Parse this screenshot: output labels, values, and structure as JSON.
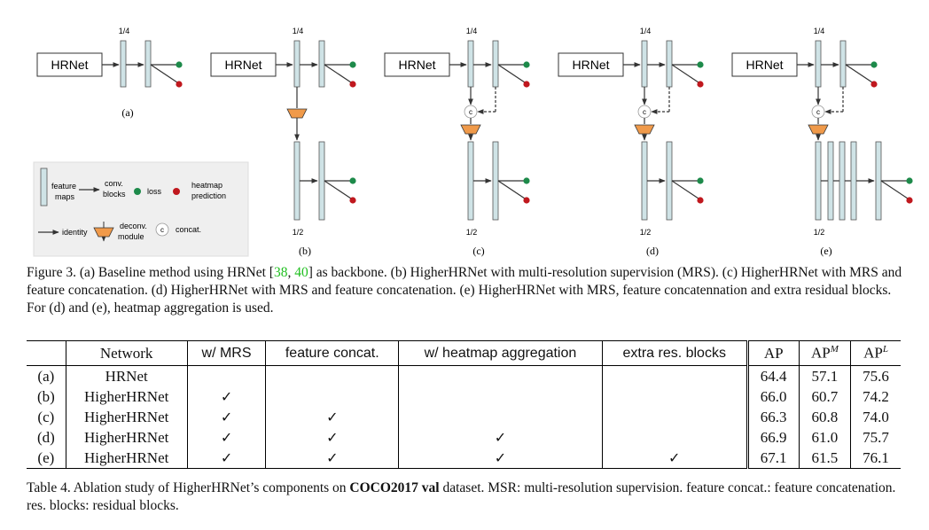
{
  "figure": {
    "backbone_label": "HRNet",
    "res_top": "1/4",
    "res_bottom": "1/2",
    "concat_symbol": "c",
    "panels": [
      "(a)",
      "(b)",
      "(c)",
      "(d)",
      "(e)"
    ],
    "legend": {
      "feature_maps": [
        "feature",
        "maps"
      ],
      "conv_blocks": [
        "conv.",
        "blocks"
      ],
      "loss": "loss",
      "heatmap_prediction": [
        "heatmap",
        "prediction"
      ],
      "identity": "identity",
      "deconv_module": [
        "deconv.",
        "module"
      ],
      "concat": "concat."
    },
    "colors": {
      "feature_fill": "#cfe3e6",
      "loss": "#1d8a4a",
      "heatmap": "#c0181e",
      "deconv": "#f09a4a",
      "legend_bg": "#efefef"
    }
  },
  "figure_caption": {
    "pre": "Figure 3. (a) Baseline method using HRNet [",
    "ref1": "38",
    "sep": ", ",
    "ref2": "40",
    "post": "] as backbone. (b) HigherHRNet with multi-resolution supervision (MRS). (c) HigherHRNet with MRS and feature concatenation. (d) HigherHRNet with MRS and feature concatenation. (e) HigherHRNet with MRS, feature concatennation and extra residual blocks. For (d) and (e), heatmap aggregation is used."
  },
  "table": {
    "headers": [
      "",
      "Network",
      "w/ MRS",
      "feature concat.",
      "w/ heatmap aggregation",
      "extra res. blocks",
      "AP",
      "AP",
      "AP"
    ],
    "header_sups": [
      "M",
      "L"
    ],
    "rows": [
      [
        "(a)",
        "HRNet",
        "",
        "",
        "",
        "",
        "64.4",
        "57.1",
        "75.6"
      ],
      [
        "(b)",
        "HigherHRNet",
        "✓",
        "",
        "",
        "",
        "66.0",
        "60.7",
        "74.2"
      ],
      [
        "(c)",
        "HigherHRNet",
        "✓",
        "✓",
        "",
        "",
        "66.3",
        "60.8",
        "74.0"
      ],
      [
        "(d)",
        "HigherHRNet",
        "✓",
        "✓",
        "✓",
        "",
        "66.9",
        "61.0",
        "75.7"
      ],
      [
        "(e)",
        "HigherHRNet",
        "✓",
        "✓",
        "✓",
        "✓",
        "67.1",
        "61.5",
        "76.1"
      ]
    ]
  },
  "table_caption": {
    "pre": "Table 4. Ablation study of HigherHRNet’s components on ",
    "bold": "COCO2017 val",
    "post": " dataset. MSR: multi-resolution supervision. feature concat.: feature concatenation. res. blocks: residual blocks."
  }
}
